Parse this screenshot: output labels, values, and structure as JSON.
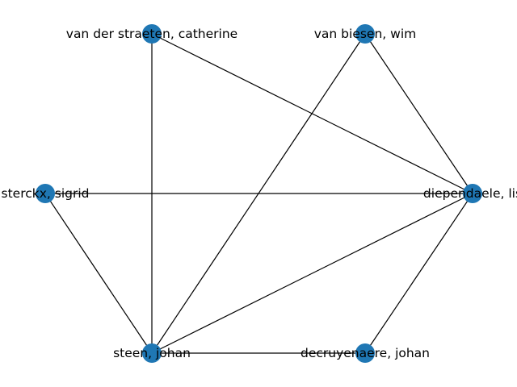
{
  "graph": {
    "node_color": "#1f77b4",
    "edge_color": "#000000",
    "nodes": [
      {
        "id": "vdsc",
        "label": "van der straeten, catherine"
      },
      {
        "id": "vbw",
        "label": "van biesen, wim"
      },
      {
        "id": "ss",
        "label": "sterckx, sigrid"
      },
      {
        "id": "dl",
        "label": "diependaele, lis"
      },
      {
        "id": "sj",
        "label": "steen, johan"
      },
      {
        "id": "dj",
        "label": "decruyenaere, johan"
      }
    ],
    "edges": [
      [
        "vdsc",
        "sj"
      ],
      [
        "vdsc",
        "dl"
      ],
      [
        "vbw",
        "sj"
      ],
      [
        "vbw",
        "dl"
      ],
      [
        "ss",
        "dl"
      ],
      [
        "ss",
        "sj"
      ],
      [
        "sj",
        "dl"
      ],
      [
        "sj",
        "dj"
      ],
      [
        "dj",
        "dl"
      ]
    ]
  }
}
